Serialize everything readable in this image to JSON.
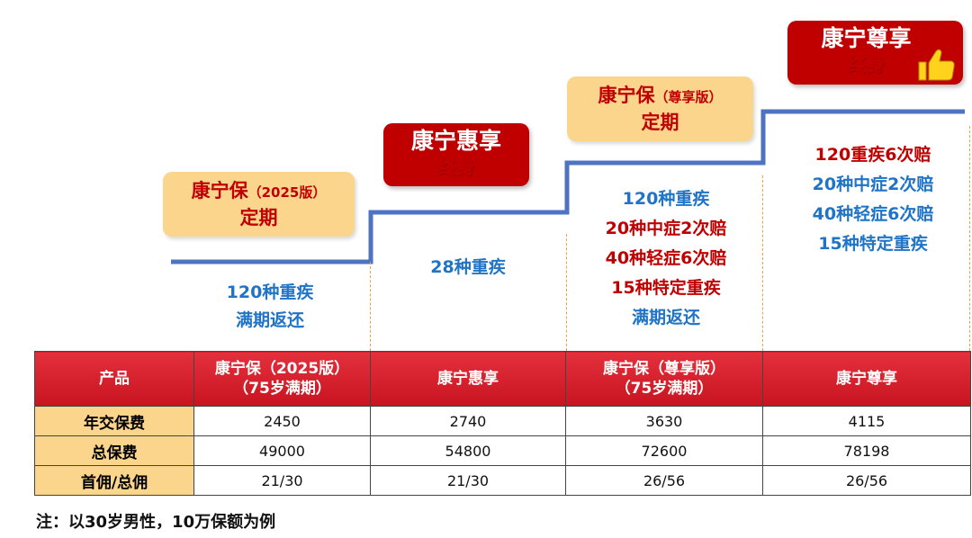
{
  "products": {
    "p1": {
      "name": "康宁保",
      "edition": "（2025版）",
      "term": "定期"
    },
    "p2": {
      "name": "康宁惠享",
      "term": "终身"
    },
    "p3": {
      "name": "康宁保",
      "edition": "（尊享版）",
      "term": "定期"
    },
    "p4": {
      "name": "康宁尊享",
      "term": "终身"
    }
  },
  "features": {
    "p1": [
      "120种重疾",
      "满期返还"
    ],
    "p2": [
      "28种重疾"
    ],
    "p3": [
      "120种重疾",
      "20种中症2次赔",
      "40种轻症6次赔",
      "15种特定重疾",
      "满期返还"
    ],
    "p4": [
      "120重疾6次赔",
      "20种中症2次赔",
      "40种轻症6次赔",
      "15种特定重疾"
    ]
  },
  "table": {
    "headers": [
      "产品",
      "康宁保（2025版）",
      "（75岁满期）",
      "康宁惠享",
      "康宁保（尊享版）",
      "（75岁满期）",
      "康宁尊享"
    ],
    "rows": [
      {
        "label": "年交保费",
        "values": [
          "2450",
          "2740",
          "3630",
          "4115"
        ]
      },
      {
        "label": "总保费",
        "values": [
          "49000",
          "54800",
          "72600",
          "78198"
        ]
      },
      {
        "label": "首佣/总佣",
        "values": [
          "21/30",
          "21/30",
          "26/56",
          "26/56"
        ]
      }
    ]
  },
  "footnote": "注：以30岁男性，10万保额为例",
  "colors": {
    "accent_red": "#c00000",
    "feature_blue": "#1f74c8",
    "step_line": "#4f73c3",
    "box_yellow": "#fbd58c"
  },
  "icons": [
    "thumbs-up-icon"
  ]
}
